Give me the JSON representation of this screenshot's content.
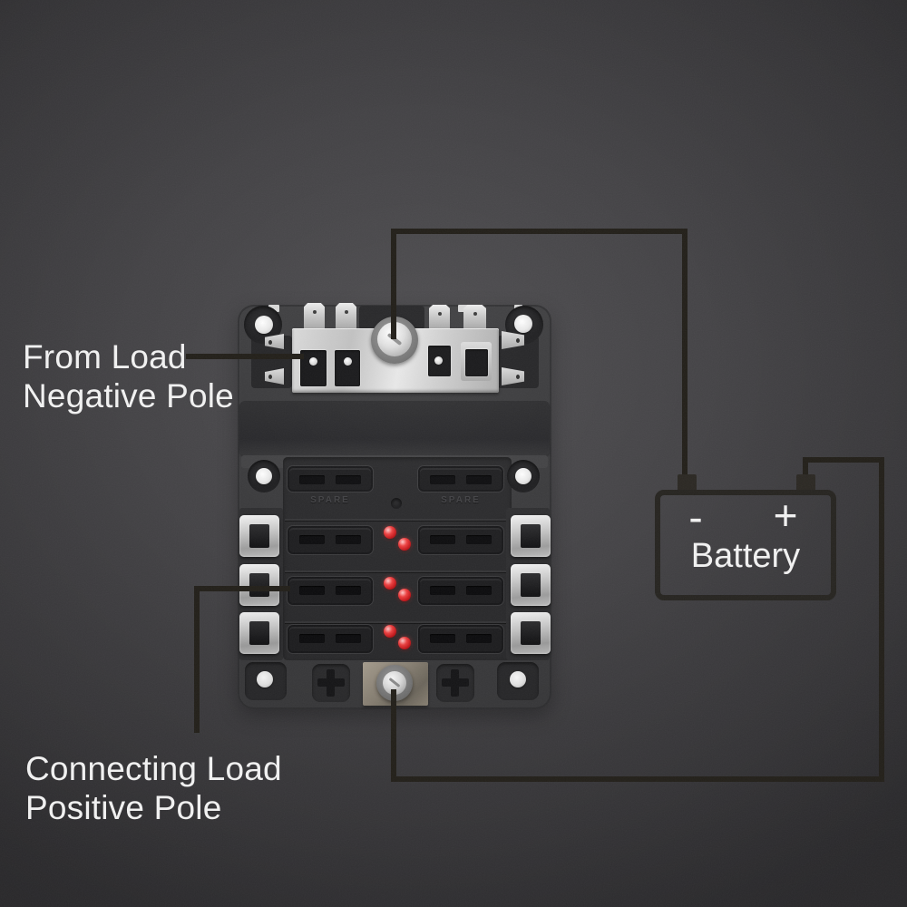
{
  "labels": {
    "negative": {
      "line1": "From Load",
      "line2": "Negative Pole"
    },
    "positive": {
      "line1": "Connecting Load",
      "line2": "Positive Pole"
    }
  },
  "battery": {
    "title": "Battery",
    "minus_symbol": "-",
    "plus_symbol": "+"
  },
  "fusebox": {
    "spare_labels": [
      "SPARE",
      "SPARE"
    ]
  },
  "colors": {
    "background": "#434245",
    "wire": "#221f19",
    "label_text": "#f2f2f2",
    "battery_outline": "#262420",
    "led_red": "#d2232a",
    "metal": "#cccccc",
    "body_plastic": "#39393b"
  }
}
